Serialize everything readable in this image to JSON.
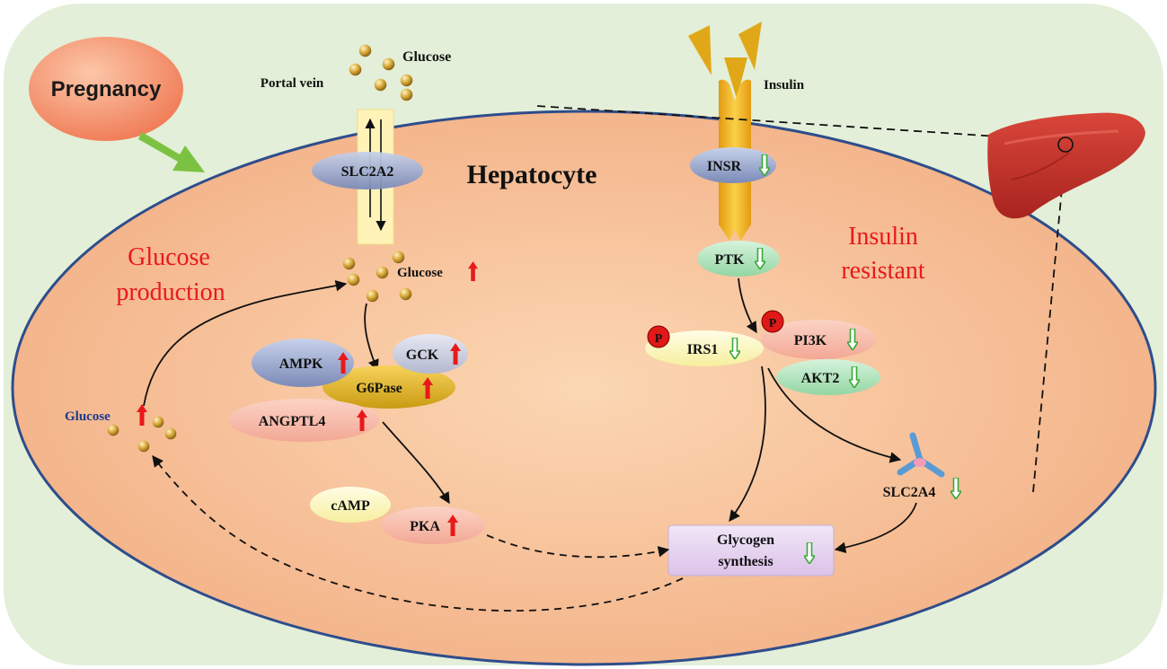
{
  "labels": {
    "pregnancy": "Pregnancy",
    "portal_vein": "Portal vein",
    "glucose_top": "Glucose",
    "insulin": "Insulin",
    "hepatocyte": "Hepatocyte",
    "slc2a2": "SLC2A2",
    "insr": "INSR",
    "ptk": "PTK",
    "glucose_production_1": "Glucose",
    "glucose_production_2": "production",
    "insulin_resistant_1": "Insulin",
    "insulin_resistant_2": "resistant",
    "glucose_inner": "Glucose",
    "glucose_left": "Glucose",
    "ampk": "AMPK",
    "gck": "GCK",
    "g6pase": "G6Pase",
    "angptl4": "ANGPTL4",
    "camp": "cAMP",
    "pka": "PKA",
    "irs1": "IRS1",
    "pi3k": "PI3K",
    "akt2": "AKT2",
    "slc2a4": "SLC2A4",
    "phospho_1": "P",
    "phospho_2": "P",
    "glycogen_1": "Glycogen",
    "glycogen_2": "synthesis"
  },
  "regulation": {
    "up_color": "#e8191b",
    "down_color": "#3aa83a",
    "glucose_inner": "up",
    "glucose_left": "up",
    "ampk": "up",
    "gck": "up",
    "g6pase": "up",
    "angptl4": "up",
    "pka": "up",
    "insr": "down",
    "ptk": "down",
    "irs1": "down",
    "pi3k": "down",
    "akt2": "down",
    "slc2a4": "down",
    "glycogen": "down"
  },
  "colors": {
    "background": "#e3efd8",
    "cell_fill": "#f6bf95",
    "cell_border": "#2e4d8c",
    "liver": "#c8302a",
    "glucose_bead": "#d9a93a",
    "insulin_spike": "#e0a818",
    "receptor": "#f1b21a"
  }
}
